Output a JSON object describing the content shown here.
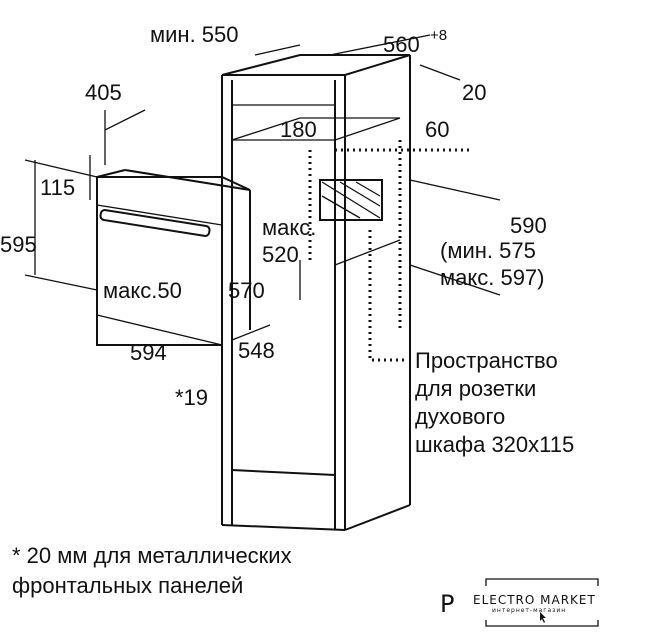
{
  "labels": {
    "min550": "мин. 550",
    "d560": "560",
    "d560sup": "+8",
    "d20": "20",
    "d405": "405",
    "d180": "180",
    "d60": "60",
    "d115": "115",
    "d595": "595",
    "maks": "макс.",
    "d520": "520",
    "d590": "590",
    "min575": "(мин. 575",
    "maks597": "макс. 597)",
    "maks50": "макс.50",
    "d570": "570",
    "d594": "594",
    "d548": "548",
    "star19": "*19",
    "socket_1": "Пространство",
    "socket_2": "для розетки",
    "socket_3": "духового",
    "socket_4": "шкафа 320x115"
  },
  "footnote": {
    "line1": "* 20 мм для металлических",
    "line2": "фронтальных панелей"
  },
  "logo": {
    "letter": "P",
    "name": "ELECTRO MARKET",
    "sub": "интернет-магазин"
  }
}
